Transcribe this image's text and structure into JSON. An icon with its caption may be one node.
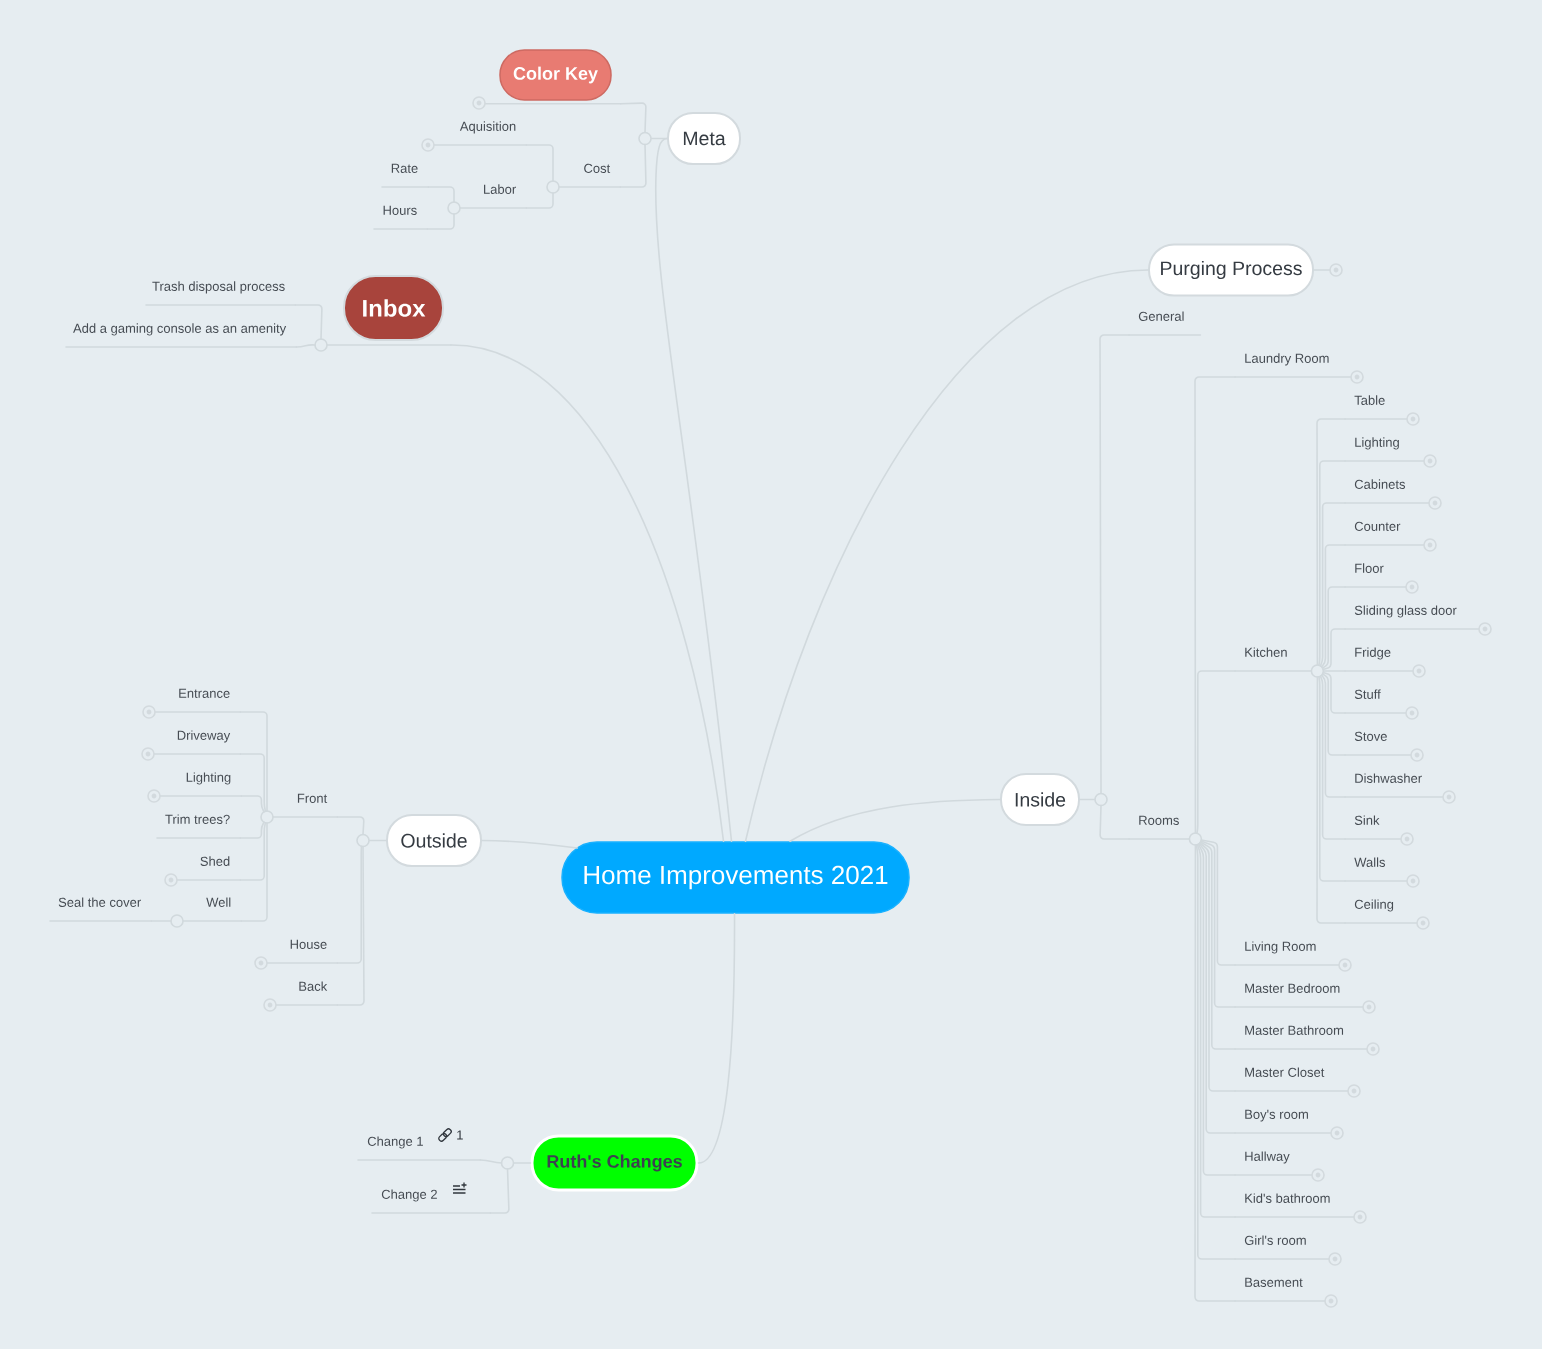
{
  "diagram": {
    "nodes": [
      {
        "text": [
          "Home Improvements 2021"
        ]
      },
      {
        "text": [
          "Meta"
        ]
      },
      {
        "text": [
          "Color Key"
        ]
      },
      {
        "text": [
          "Cost"
        ]
      },
      {
        "text": [
          "Aquisition"
        ]
      },
      {
        "text": [
          "Labor"
        ]
      },
      {
        "text": [
          "Rate"
        ]
      },
      {
        "text": [
          "Hours"
        ]
      },
      {
        "text": [
          "Inbox"
        ]
      },
      {
        "text": [
          "Trash disposal process"
        ]
      },
      {
        "text": [
          "Add a gaming console as an amenity"
        ]
      },
      {
        "text": [
          "Purging Process"
        ]
      },
      {
        "text": [
          "Inside"
        ]
      },
      {
        "text": [
          "General"
        ]
      },
      {
        "text": [
          "Rooms"
        ]
      },
      {
        "text": [
          "Laundry Room"
        ]
      },
      {
        "text": [
          "Kitchen"
        ]
      },
      {
        "text": [
          "Table"
        ]
      },
      {
        "text": [
          "Lighting"
        ]
      },
      {
        "text": [
          "Cabinets"
        ]
      },
      {
        "text": [
          "Counter"
        ]
      },
      {
        "text": [
          "Floor"
        ]
      },
      {
        "text": [
          "Sliding glass door"
        ]
      },
      {
        "text": [
          "Fridge"
        ]
      },
      {
        "text": [
          "Stuff"
        ]
      },
      {
        "text": [
          "Stove"
        ]
      },
      {
        "text": [
          "Dishwasher"
        ]
      },
      {
        "text": [
          "Sink"
        ]
      },
      {
        "text": [
          "Walls"
        ]
      },
      {
        "text": [
          "Ceiling"
        ]
      },
      {
        "text": [
          "Living Room"
        ]
      },
      {
        "text": [
          "Master Bedroom"
        ]
      },
      {
        "text": [
          "Master Bathroom"
        ]
      },
      {
        "text": [
          "Master Closet"
        ]
      },
      {
        "text": [
          "Boy's room"
        ]
      },
      {
        "text": [
          "Hallway"
        ]
      },
      {
        "text": [
          "Kid's bathroom"
        ]
      },
      {
        "text": [
          "Girl's room"
        ]
      },
      {
        "text": [
          "Basement"
        ]
      },
      {
        "text": [
          "Outside"
        ]
      },
      {
        "text": [
          "Front"
        ]
      },
      {
        "text": [
          "Entrance"
        ]
      },
      {
        "text": [
          "Driveway"
        ]
      },
      {
        "text": [
          "Lighting"
        ]
      },
      {
        "text": [
          "Trim trees?"
        ]
      },
      {
        "text": [
          "Shed"
        ]
      },
      {
        "text": [
          "Well"
        ]
      },
      {
        "text": [
          "Seal the cover"
        ]
      },
      {
        "text": [
          "House"
        ]
      },
      {
        "text": [
          "Back"
        ]
      },
      {
        "text": [
          "Ruth's Changes"
        ]
      },
      {
        "text": [
          "Change 1"
        ],
        "beside": [
          "1"
        ]
      },
      {
        "text": [
          "Change 2"
        ]
      }
    ],
    "edges": [
      {
        "from": 0,
        "to": 1,
        "arrow": "none"
      },
      {
        "from": 1,
        "to": 2,
        "arrow": "none"
      },
      {
        "from": 1,
        "to": 3,
        "arrow": "none"
      },
      {
        "from": 3,
        "to": 4,
        "arrow": "none"
      },
      {
        "from": 3,
        "to": 5,
        "arrow": "none"
      },
      {
        "from": 5,
        "to": 6,
        "arrow": "none"
      },
      {
        "from": 5,
        "to": 7,
        "arrow": "none"
      },
      {
        "from": 0,
        "to": 8,
        "arrow": "none"
      },
      {
        "from": 8,
        "to": 9,
        "arrow": "none"
      },
      {
        "from": 8,
        "to": 10,
        "arrow": "none"
      },
      {
        "from": 0,
        "to": 11,
        "arrow": "none"
      },
      {
        "from": 0,
        "to": 12,
        "arrow": "none"
      },
      {
        "from": 12,
        "to": 13,
        "arrow": "none"
      },
      {
        "from": 12,
        "to": 14,
        "arrow": "none"
      },
      {
        "from": 14,
        "to": 15,
        "arrow": "none"
      },
      {
        "from": 14,
        "to": 16,
        "arrow": "none"
      },
      {
        "from": 16,
        "to": 17,
        "arrow": "none"
      },
      {
        "from": 16,
        "to": 18,
        "arrow": "none"
      },
      {
        "from": 16,
        "to": 19,
        "arrow": "none"
      },
      {
        "from": 16,
        "to": 20,
        "arrow": "none"
      },
      {
        "from": 16,
        "to": 21,
        "arrow": "none"
      },
      {
        "from": 16,
        "to": 22,
        "arrow": "none"
      },
      {
        "from": 16,
        "to": 23,
        "arrow": "none"
      },
      {
        "from": 16,
        "to": 24,
        "arrow": "none"
      },
      {
        "from": 16,
        "to": 25,
        "arrow": "none"
      },
      {
        "from": 16,
        "to": 26,
        "arrow": "none"
      },
      {
        "from": 16,
        "to": 27,
        "arrow": "none"
      },
      {
        "from": 16,
        "to": 28,
        "arrow": "none"
      },
      {
        "from": 16,
        "to": 29,
        "arrow": "none"
      },
      {
        "from": 14,
        "to": 30,
        "arrow": "none"
      },
      {
        "from": 14,
        "to": 31,
        "arrow": "none"
      },
      {
        "from": 14,
        "to": 32,
        "arrow": "none"
      },
      {
        "from": 14,
        "to": 33,
        "arrow": "none"
      },
      {
        "from": 14,
        "to": 34,
        "arrow": "none"
      },
      {
        "from": 14,
        "to": 35,
        "arrow": "none"
      },
      {
        "from": 14,
        "to": 36,
        "arrow": "none"
      },
      {
        "from": 14,
        "to": 37,
        "arrow": "none"
      },
      {
        "from": 14,
        "to": 38,
        "arrow": "none"
      },
      {
        "from": 0,
        "to": 39,
        "arrow": "none"
      },
      {
        "from": 39,
        "to": 40,
        "arrow": "none"
      },
      {
        "from": 40,
        "to": 41,
        "arrow": "none"
      },
      {
        "from": 40,
        "to": 42,
        "arrow": "none"
      },
      {
        "from": 40,
        "to": 43,
        "arrow": "none"
      },
      {
        "from": 40,
        "to": 44,
        "arrow": "none"
      },
      {
        "from": 40,
        "to": 45,
        "arrow": "none"
      },
      {
        "from": 40,
        "to": 46,
        "arrow": "none"
      },
      {
        "from": 46,
        "to": 47,
        "arrow": "none"
      },
      {
        "from": 39,
        "to": 48,
        "arrow": "none"
      },
      {
        "from": 39,
        "to": 49,
        "arrow": "none"
      },
      {
        "from": 0,
        "to": 50,
        "arrow": "none"
      },
      {
        "from": 50,
        "to": 51,
        "arrow": "none"
      },
      {
        "from": 50,
        "to": 52,
        "arrow": "none"
      }
    ]
  }
}
